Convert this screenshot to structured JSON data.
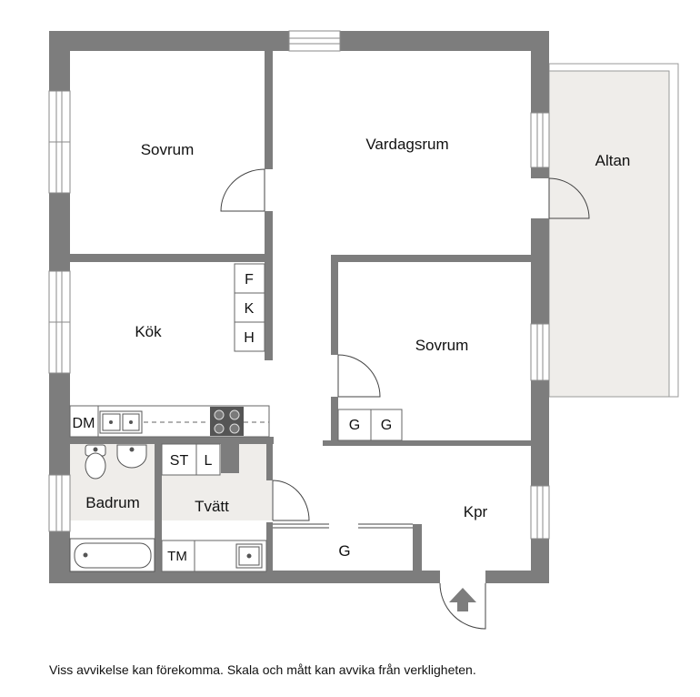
{
  "rooms": {
    "bedroom_1": "Sovrum",
    "living_room": "Vardagsrum",
    "terrace": "Altan",
    "kitchen": "Kök",
    "bedroom_2": "Sovrum",
    "bathroom": "Badrum",
    "laundry": "Tvätt",
    "closet_room": "Kpr",
    "wardrobe_hall": "G"
  },
  "fixtures": {
    "freezer": "F",
    "fridge": "K",
    "h_cabinet": "H",
    "dishwasher": "DM",
    "wardrobe_1": "G",
    "wardrobe_2": "G",
    "dryer_cabinet": "ST",
    "linen_cabinet": "L",
    "dryer": "TM"
  },
  "colors": {
    "wall": "#7d7d7d",
    "wet_room_floor": "#efedea",
    "terrace_floor": "#efedea"
  },
  "disclaimer": "Viss avvikelse kan förekomma. Skala och mått kan avvika från verkligheten."
}
